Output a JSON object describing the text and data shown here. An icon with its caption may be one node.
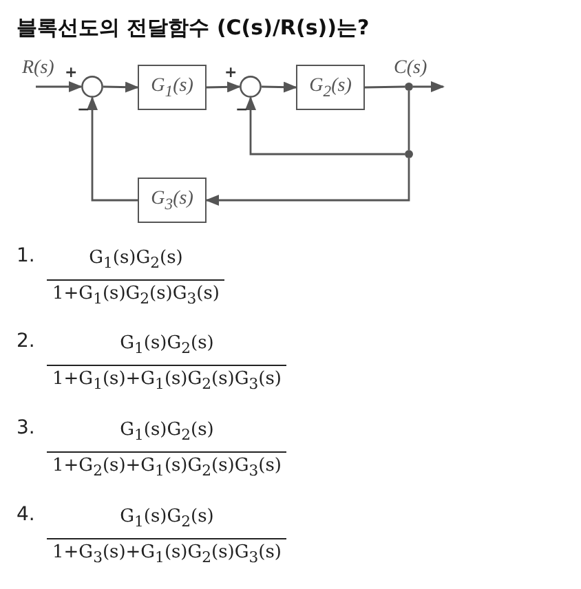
{
  "diagram": {
    "title": "블록선도의 전달함수 (C(s)/R(s))는?",
    "nodes": [
      {
        "text": [],
        "shape": "circle",
        "beside": [
          "+",
          "−"
        ]
      },
      {
        "text": [
          "G$_{1}$(s)"
        ]
      },
      {
        "text": [],
        "shape": "circle",
        "beside": [
          "+",
          "−"
        ]
      },
      {
        "text": [
          "G$_{2}$(s)"
        ]
      },
      {
        "text": [],
        "shape": "circle"
      },
      {
        "text": [],
        "shape": "circle"
      },
      {
        "text": [
          "G$_{3}$(s)"
        ]
      }
    ],
    "edges": [
      {
        "from": null,
        "to": 0,
        "arrow": "to",
        "label": "R(s)"
      },
      {
        "from": 0,
        "to": 1,
        "arrow": "to"
      },
      {
        "from": 1,
        "to": 2,
        "arrow": "to"
      },
      {
        "from": 2,
        "to": 3,
        "arrow": "to"
      },
      {
        "from": 3,
        "to": 4,
        "arrow": "none"
      },
      {
        "from": 4,
        "to": null,
        "arrow": "to",
        "label": "C(s)"
      },
      {
        "from": 4,
        "to": 5,
        "arrow": "none"
      },
      {
        "from": 5,
        "to": 2,
        "arrow": "to"
      },
      {
        "from": 5,
        "to": 6,
        "arrow": "to"
      },
      {
        "from": 6,
        "to": 0,
        "arrow": "to"
      }
    ],
    "labels": [
      "1.",
      "G$_{1}$(s)G$_{2}$(s)",
      "1+G$_{1}$(s)G$_{2}$(s)G$_{3}$(s)",
      "2.",
      "G$_{1}$(s)G$_{2}$(s)",
      "1+G$_{1}$(s)+G$_{1}$(s)G$_{2}$(s)G$_{3}$(s)",
      "3.",
      "G$_{1}$(s)G$_{2}$(s)",
      "1+G$_{2}$(s)+G$_{1}$(s)G$_{2}$(s)G$_{3}$(s)",
      "4.",
      "G$_{1}$(s)G$_{2}$(s)",
      "1+G$_{3}$(s)+G$_{1}$(s)G$_{2}$(s)G$_{3}$(s)"
    ]
  }
}
